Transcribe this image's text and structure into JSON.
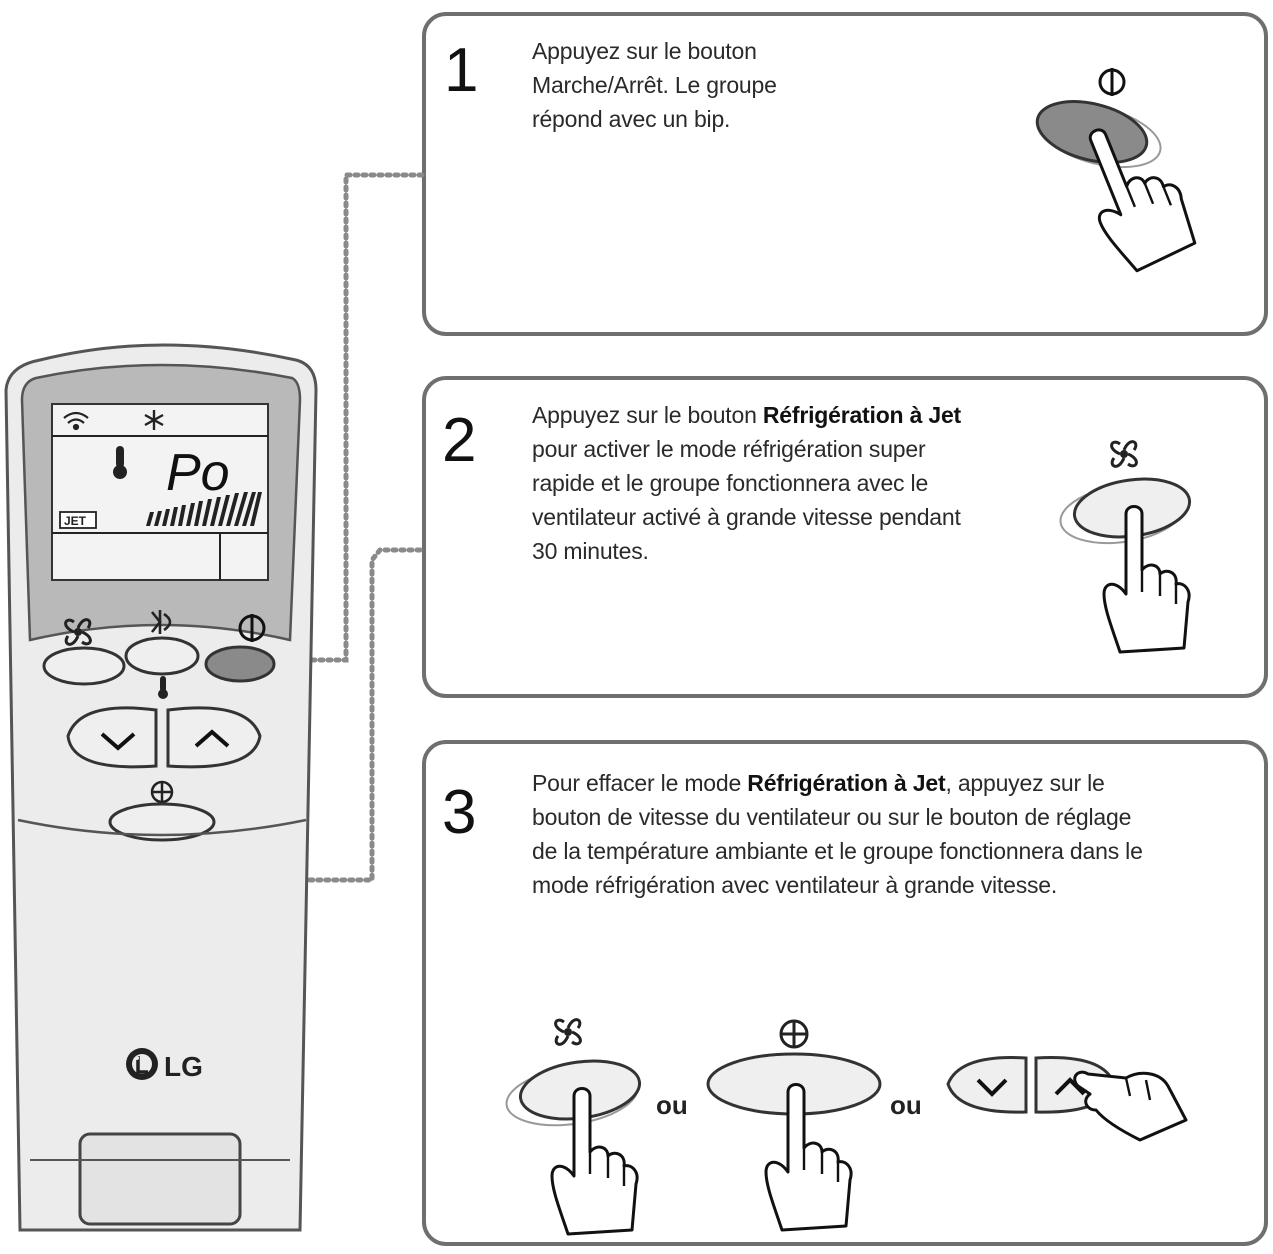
{
  "steps": [
    {
      "number": "1",
      "text": [
        "Appuyez sur le bouton",
        "Marche/Arrêt. Le groupe",
        "répond avec un bip."
      ]
    },
    {
      "number": "2",
      "line1_pre": "Appuyez sur le bouton ",
      "line1_bold": "Réfrigération à Jet",
      "rest": [
        "pour activer le mode réfrigération super",
        "rapide et le groupe fonctionnera avec le",
        "ventilateur activé à grande vitesse pendant",
        "30 minutes."
      ]
    },
    {
      "number": "3",
      "line1_pre": "Pour effacer le mode ",
      "line1_bold": "Réfrigération à Jet",
      "line1_post": ", appuyez sur le",
      "rest": [
        "bouton de vitesse du ventilateur ou sur le bouton de réglage",
        "de la température ambiante et le groupe fonctionnera dans le",
        "mode réfrigération avec ventilateur à grande vitesse."
      ]
    }
  ],
  "separators": {
    "or1": "ou",
    "or2": "ou"
  },
  "remote": {
    "brand": "LG",
    "display_code": "Po",
    "display_badge": "JET"
  }
}
